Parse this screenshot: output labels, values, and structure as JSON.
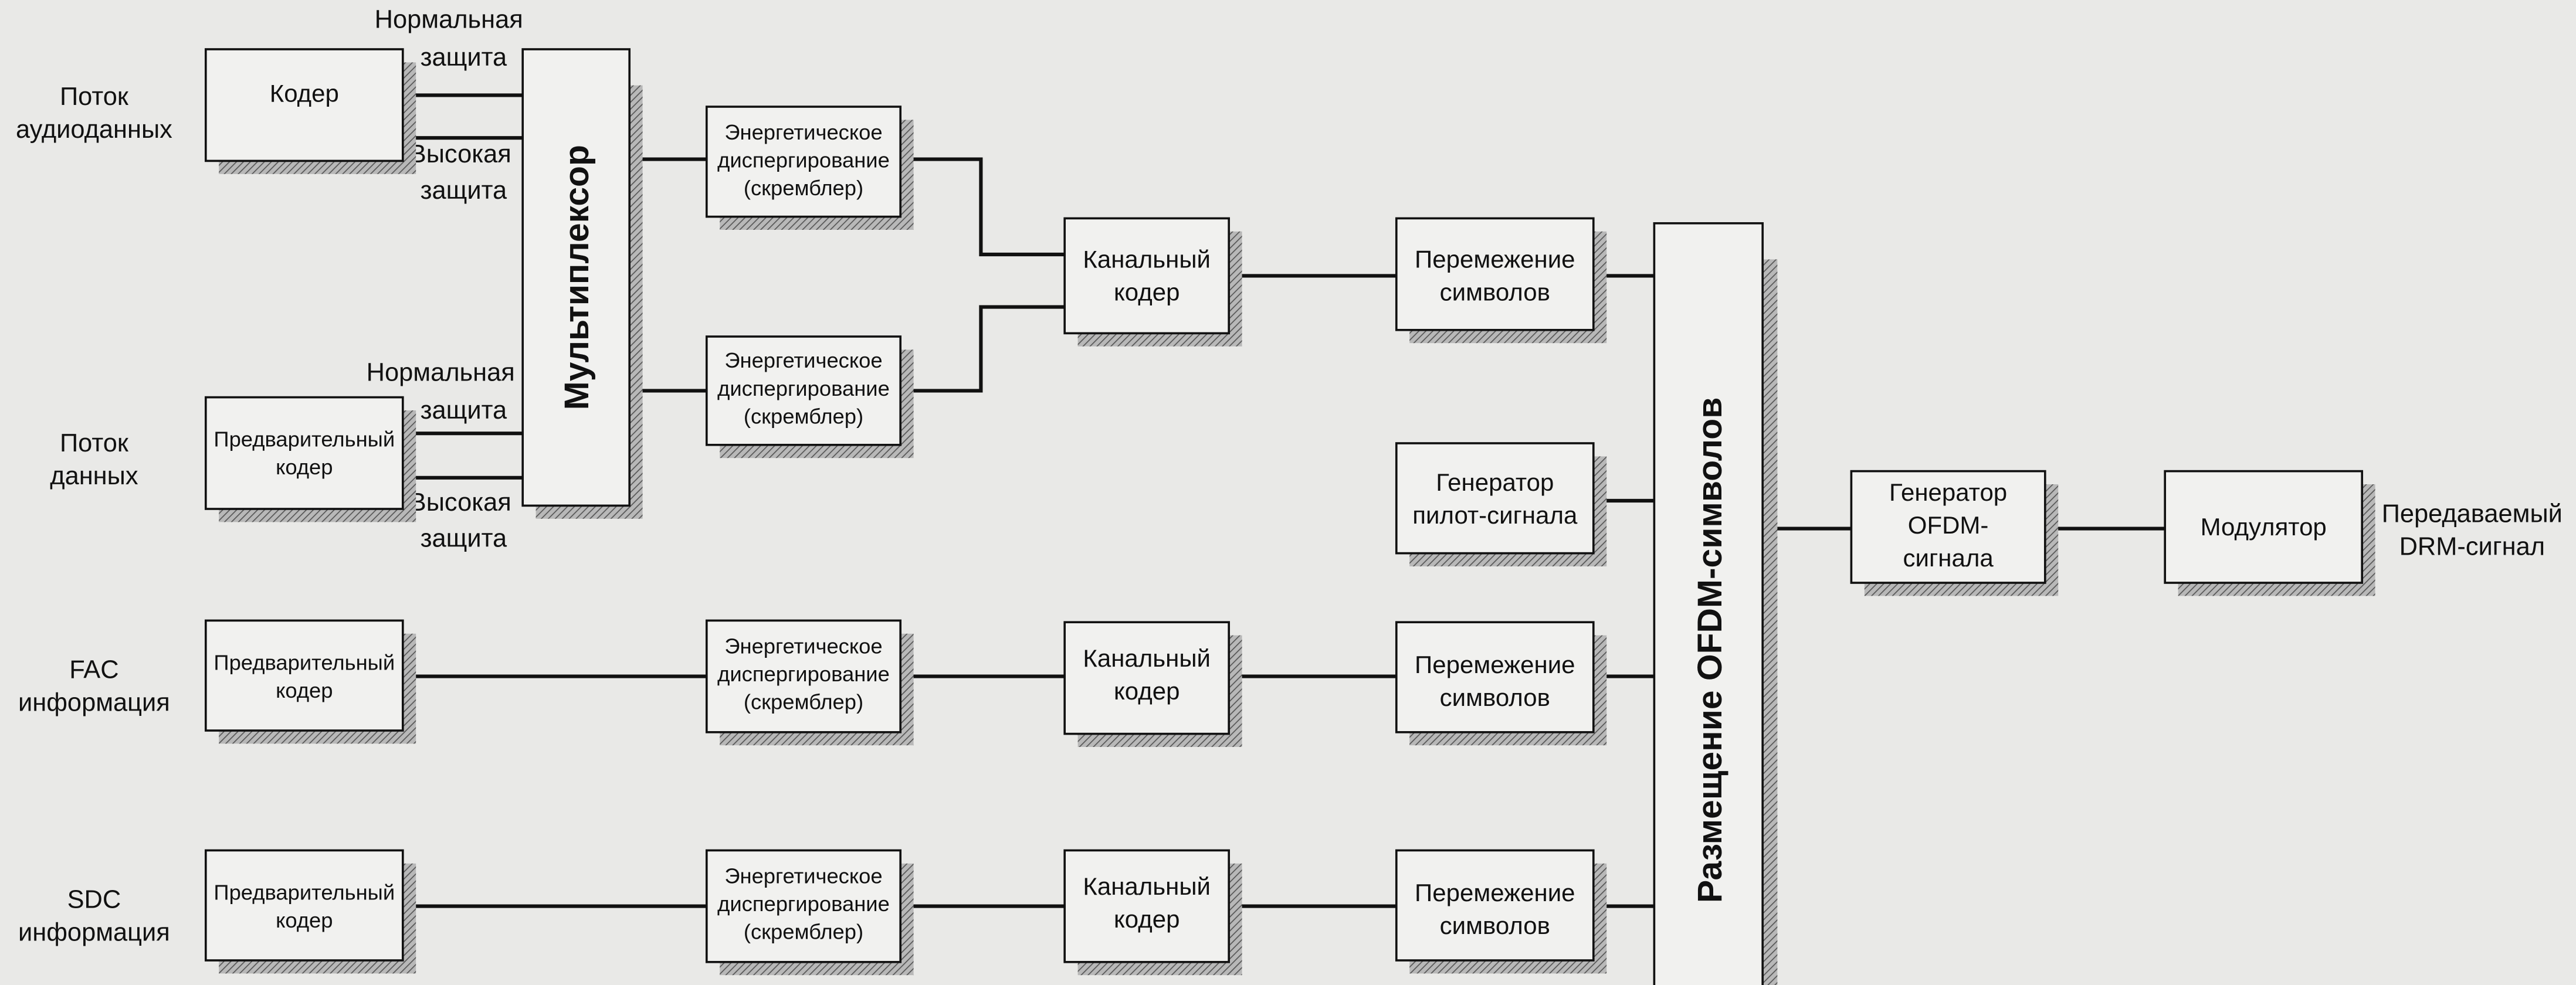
{
  "inputs": {
    "audio": [
      "Поток",
      "аудиоданных"
    ],
    "data": [
      "Поток",
      "данных"
    ],
    "fac": [
      "FAC",
      "информация"
    ],
    "sdc": [
      "SDC",
      "информация"
    ]
  },
  "protection": {
    "normal": [
      "Нормальная",
      "защита"
    ],
    "high": [
      "Высокая",
      "защита"
    ]
  },
  "blocks": {
    "encoder": "Кодер",
    "precoder": [
      "Предварительный",
      "кодер"
    ],
    "multiplexer": "Мультиплексор",
    "scrambler": [
      "Энергетическое",
      "диспергирование",
      "(скремблер)"
    ],
    "channel_coder": [
      "Канальный",
      "кодер"
    ],
    "interleaver": [
      "Перемежение",
      "символов"
    ],
    "pilot_generator": [
      "Генератор",
      "пилот-сигнала"
    ],
    "ofdm_mapping": "Размещение OFDM-символов",
    "ofdm_generator": [
      "Генератор",
      "OFDM-",
      "сигнала"
    ],
    "modulator": "Модулятор"
  },
  "output": [
    "Передаваемый",
    "DRM-сигнал"
  ]
}
